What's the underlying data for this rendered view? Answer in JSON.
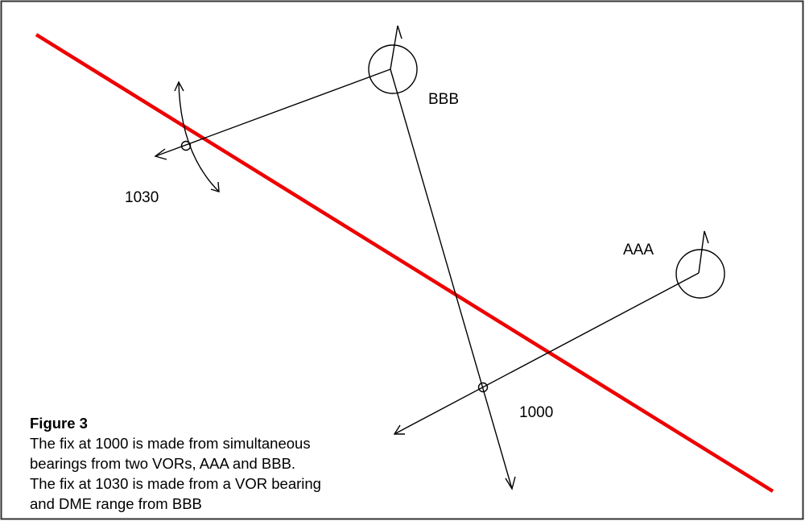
{
  "labels": {
    "station_bbb": "BBB",
    "station_aaa": "AAA",
    "fix_1030": "1030",
    "fix_1000": "1000"
  },
  "caption": {
    "title": "Figure 3",
    "lines": [
      "The fix at 1000 is made from simultaneous",
      "bearings from two VORs, AAA and BBB.",
      "The fix at 1030 is made from a VOR bearing",
      "and DME range from BBB"
    ]
  },
  "colors": {
    "track": "#ee0000",
    "lines": "#000000",
    "frame": "#333333"
  }
}
